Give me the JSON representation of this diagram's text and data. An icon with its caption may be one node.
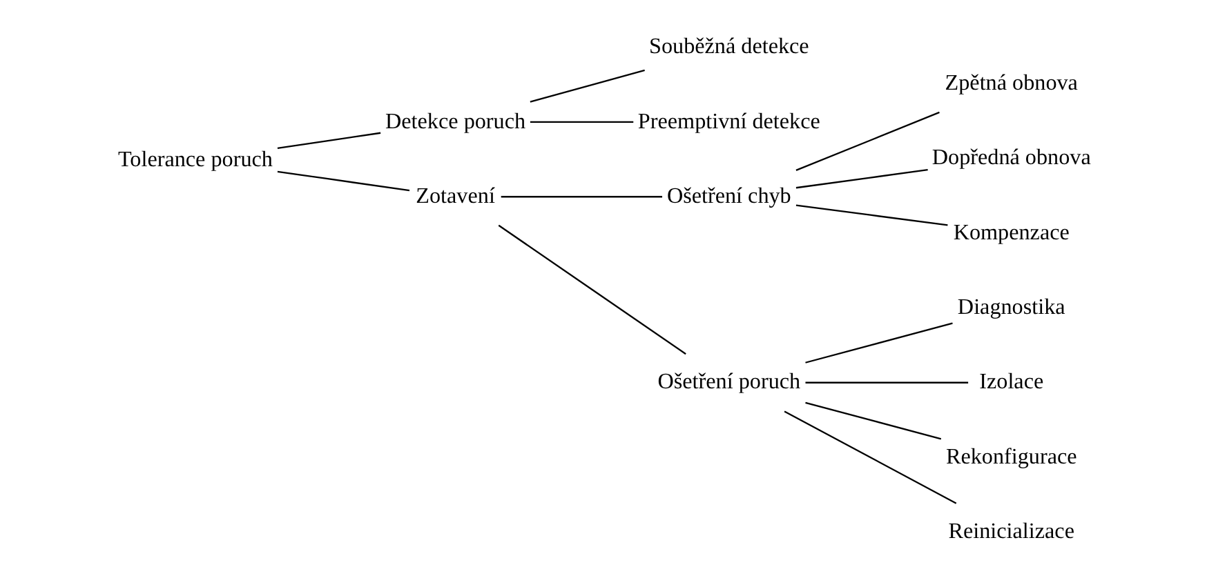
{
  "diagram": {
    "nodes": [
      {
        "text": [
          "Tolerance poruch"
        ]
      },
      {
        "text": [
          "Detekce poruch"
        ]
      },
      {
        "text": [
          "Souběžná detekce"
        ]
      },
      {
        "text": [
          "Preemptivní detekce"
        ]
      },
      {
        "text": [
          "Zotavení"
        ]
      },
      {
        "text": [
          "Ošetření chyb"
        ]
      },
      {
        "text": [
          "Zpětná obnova"
        ]
      },
      {
        "text": [
          "Dopředná obnova"
        ]
      },
      {
        "text": [
          "Kompenzace"
        ]
      },
      {
        "text": [
          "Ošetření poruch"
        ]
      },
      {
        "text": [
          "Diagnostika"
        ]
      },
      {
        "text": [
          "Izolace"
        ]
      },
      {
        "text": [
          "Rekonfigurace"
        ]
      },
      {
        "text": [
          "Reinicializace"
        ]
      }
    ],
    "edges": [
      {
        "from": 0,
        "to": 1,
        "arrow": "none"
      },
      {
        "from": 1,
        "to": 2,
        "arrow": "none"
      },
      {
        "from": 1,
        "to": 3,
        "arrow": "none"
      },
      {
        "from": 0,
        "to": 4,
        "arrow": "none"
      },
      {
        "from": 4,
        "to": 5,
        "arrow": "none"
      },
      {
        "from": 5,
        "to": 6,
        "arrow": "none"
      },
      {
        "from": 5,
        "to": 7,
        "arrow": "none"
      },
      {
        "from": 5,
        "to": 8,
        "arrow": "none"
      },
      {
        "from": 4,
        "to": 9,
        "arrow": "none"
      },
      {
        "from": 9,
        "to": 10,
        "arrow": "none"
      },
      {
        "from": 9,
        "to": 11,
        "arrow": "none"
      },
      {
        "from": 9,
        "to": 12,
        "arrow": "none"
      },
      {
        "from": 9,
        "to": 13,
        "arrow": "none"
      }
    ]
  }
}
